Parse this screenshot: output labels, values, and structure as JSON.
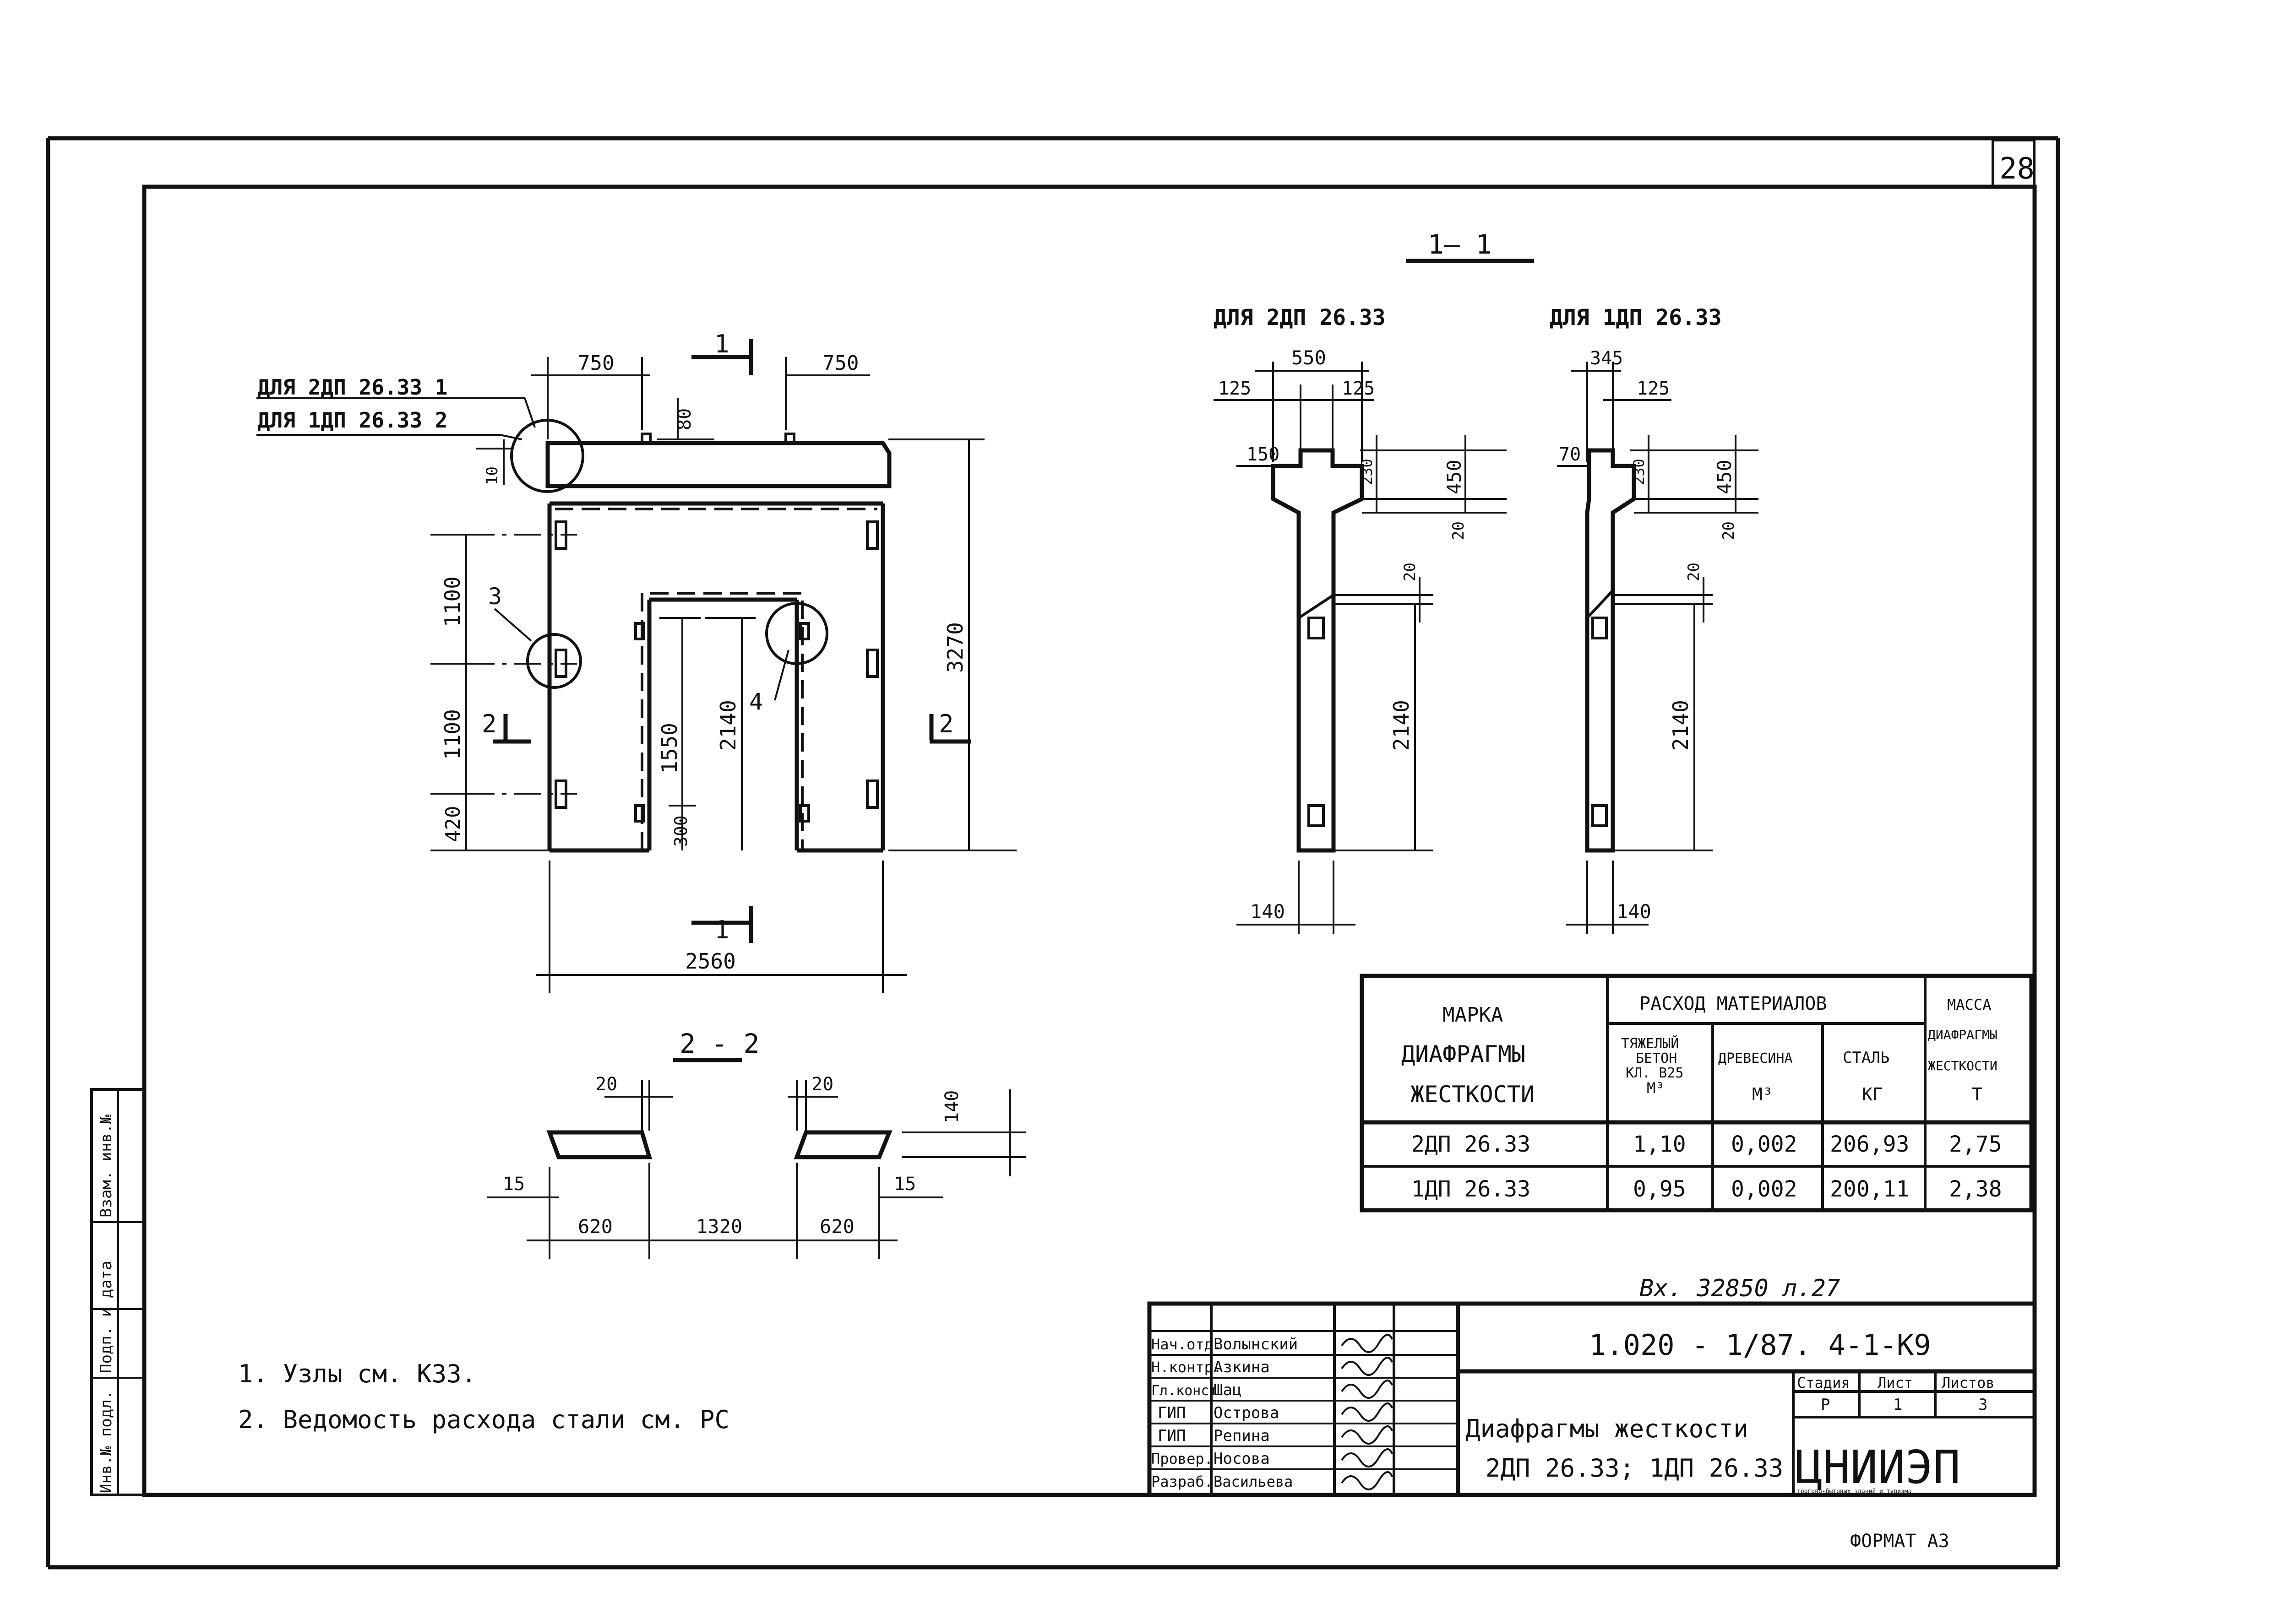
{
  "sheet_number": "28",
  "format": "ФОРМАТ А3",
  "incoming_number": "Вх. 32850 л.27",
  "main_view": {
    "label_for_2": "ДЛЯ  2ДП 26.33  1",
    "label_for_1": "ДЛЯ  1ДП 26.33  2",
    "section_1": "1",
    "section_2": "2",
    "callout_3": "3",
    "callout_4": "4",
    "dims": {
      "top_left": "750",
      "top_right": "750",
      "notch": "80",
      "ten": "10",
      "d1100a": "1100",
      "d1100b": "1100",
      "d420": "420",
      "d1550": "1550",
      "d2140": "2140",
      "d300": "300",
      "d3270": "3270",
      "d2560": "2560"
    }
  },
  "section_1_1": {
    "title": "1— 1",
    "label_2dp": "ДЛЯ  2ДП 26.33",
    "label_1dp": "ДЛЯ 1ДП 26.33",
    "dims_2dp": {
      "d550": "550",
      "d125a": "125",
      "d125b": "125",
      "d150": "150",
      "d230": "230",
      "d450": "450",
      "d20a": "20",
      "d20b": "20",
      "d2140": "2140",
      "d140": "140"
    },
    "dims_1dp": {
      "d345": "345",
      "d125": "125",
      "d70": "70",
      "d230": "230",
      "d450": "450",
      "d20a": "20",
      "d20b": "20",
      "d2140": "2140",
      "d140": "140"
    }
  },
  "section_2_2": {
    "title": "2 - 2",
    "dims": {
      "d20a": "20",
      "d20b": "20",
      "d140": "140",
      "d15a": "15",
      "d15b": "15",
      "d620a": "620",
      "d1320": "1320",
      "d620b": "620"
    }
  },
  "materials_table": {
    "headers": {
      "mark_1": "МАРКА",
      "mark_2": "ДИАФРАГМЫ",
      "mark_3": "ЖЕСТКОСТИ",
      "consumption": "РАСХОД МАТЕРИАЛОВ",
      "concrete_1": "ТЯЖЕЛЫЙ",
      "concrete_2": "БЕТОН",
      "concrete_3": "КЛ. В25",
      "concrete_unit": "М³",
      "wood": "ДРЕВЕСИНА",
      "wood_unit": "М³",
      "steel": "СТАЛЬ",
      "steel_unit": "КГ",
      "mass_1": "МАССА",
      "mass_2": "ДИАФРАГМЫ",
      "mass_3": "ЖЕСТКОСТИ",
      "mass_unit": "Т"
    },
    "rows": [
      {
        "mark": "2ДП 26.33",
        "concrete": "1,10",
        "wood": "0,002",
        "steel": "206,93",
        "mass": "2,75"
      },
      {
        "mark": "1ДП 26.33",
        "concrete": "0,95",
        "wood": "0,002",
        "steel": "200,11",
        "mass": "2,38"
      }
    ]
  },
  "notes": [
    "1. Узлы см. К33.",
    "2. Ведомость расхода стали см. РС"
  ],
  "side_stamp": [
    "Инв.№ подл.",
    "Подп. и дата",
    "Взам. инв.№"
  ],
  "title_block": {
    "code": "1.020 - 1/87.  4-1-К9",
    "title_1": "Диафрагмы жесткости",
    "title_2": "2ДП 26.33;  1ДП 26.33",
    "stage_label": "Стадия",
    "sheet_label": "Лист",
    "sheets_label": "Листов",
    "stage": "Р",
    "sheet": "1",
    "sheets": "3",
    "org": "ЦНИИЭП",
    "org_small": "торгово-бытовых зданий и туризма",
    "roles": [
      {
        "role": "Нач.отд.",
        "name": "Волынский"
      },
      {
        "role": "Н.контр.",
        "name": "Азкина"
      },
      {
        "role": "Гл.конст.",
        "name": "Шац"
      },
      {
        "role": "ГИП",
        "name": "Острова"
      },
      {
        "role": "ГИП",
        "name": "Репина"
      },
      {
        "role": "Провер.",
        "name": "Носова"
      },
      {
        "role": "Разраб.",
        "name": "Васильева"
      }
    ]
  }
}
